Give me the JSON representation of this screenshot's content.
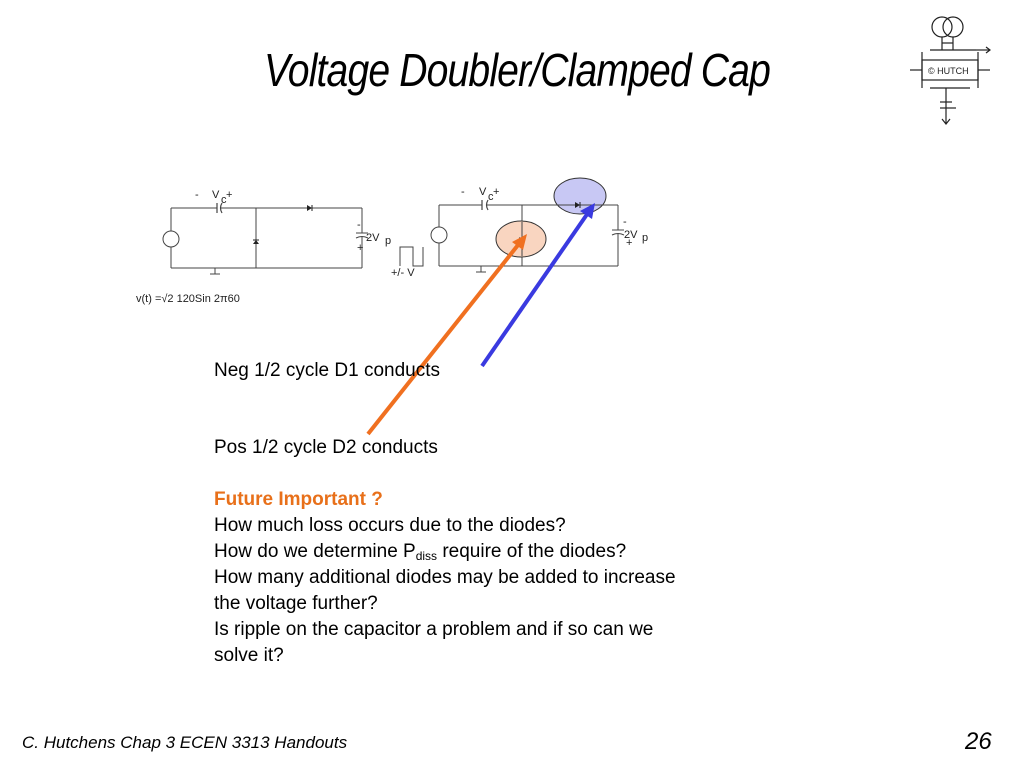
{
  "title": "Voltage Doubler/Clamped Cap",
  "logo": {
    "label": "© HUTCH"
  },
  "circuit_left": {
    "cap_label": "V",
    "cap_sub": "c",
    "cap_minus": "-",
    "cap_plus": "+",
    "out_label_num": "2V",
    "out_label_sub": "p",
    "out_minus": "-",
    "out_plus": "+",
    "source_equation": "v(t) =√2 120Sin 2π60"
  },
  "circuit_right": {
    "cap_label": "V",
    "cap_sub": "c",
    "cap_minus": "-",
    "cap_plus": "+",
    "out_label_num": "2V",
    "out_label_sub": "p",
    "out_minus": "-",
    "out_plus": "+",
    "source_label": "+/- V"
  },
  "text": {
    "line1": "Neg 1/2 cycle D1 conducts",
    "line2": "Pos 1/2 cycle D2 conducts",
    "highlight": "Future Important ?",
    "q1": "How much loss occurs due to the diodes?",
    "q2_pre": "How do we determine P",
    "q2_sub": "diss",
    "q2_post": " require of the diodes?",
    "q3a": "How many additional diodes may be added to increase",
    "q3b": "the voltage further?",
    "q4a": "Is ripple on the capacitor a problem and if so can we",
    "q4b": "solve it?"
  },
  "colors": {
    "highlight": "#e8701a",
    "orange_arrow": "#f07020",
    "blue_arrow": "#3a3ae0",
    "orange_fill": "#f9d5c0",
    "blue_fill": "#c8c8f4"
  },
  "footer": "C. Hutchens Chap 3 ECEN 3313 Handouts",
  "page_number": "26"
}
